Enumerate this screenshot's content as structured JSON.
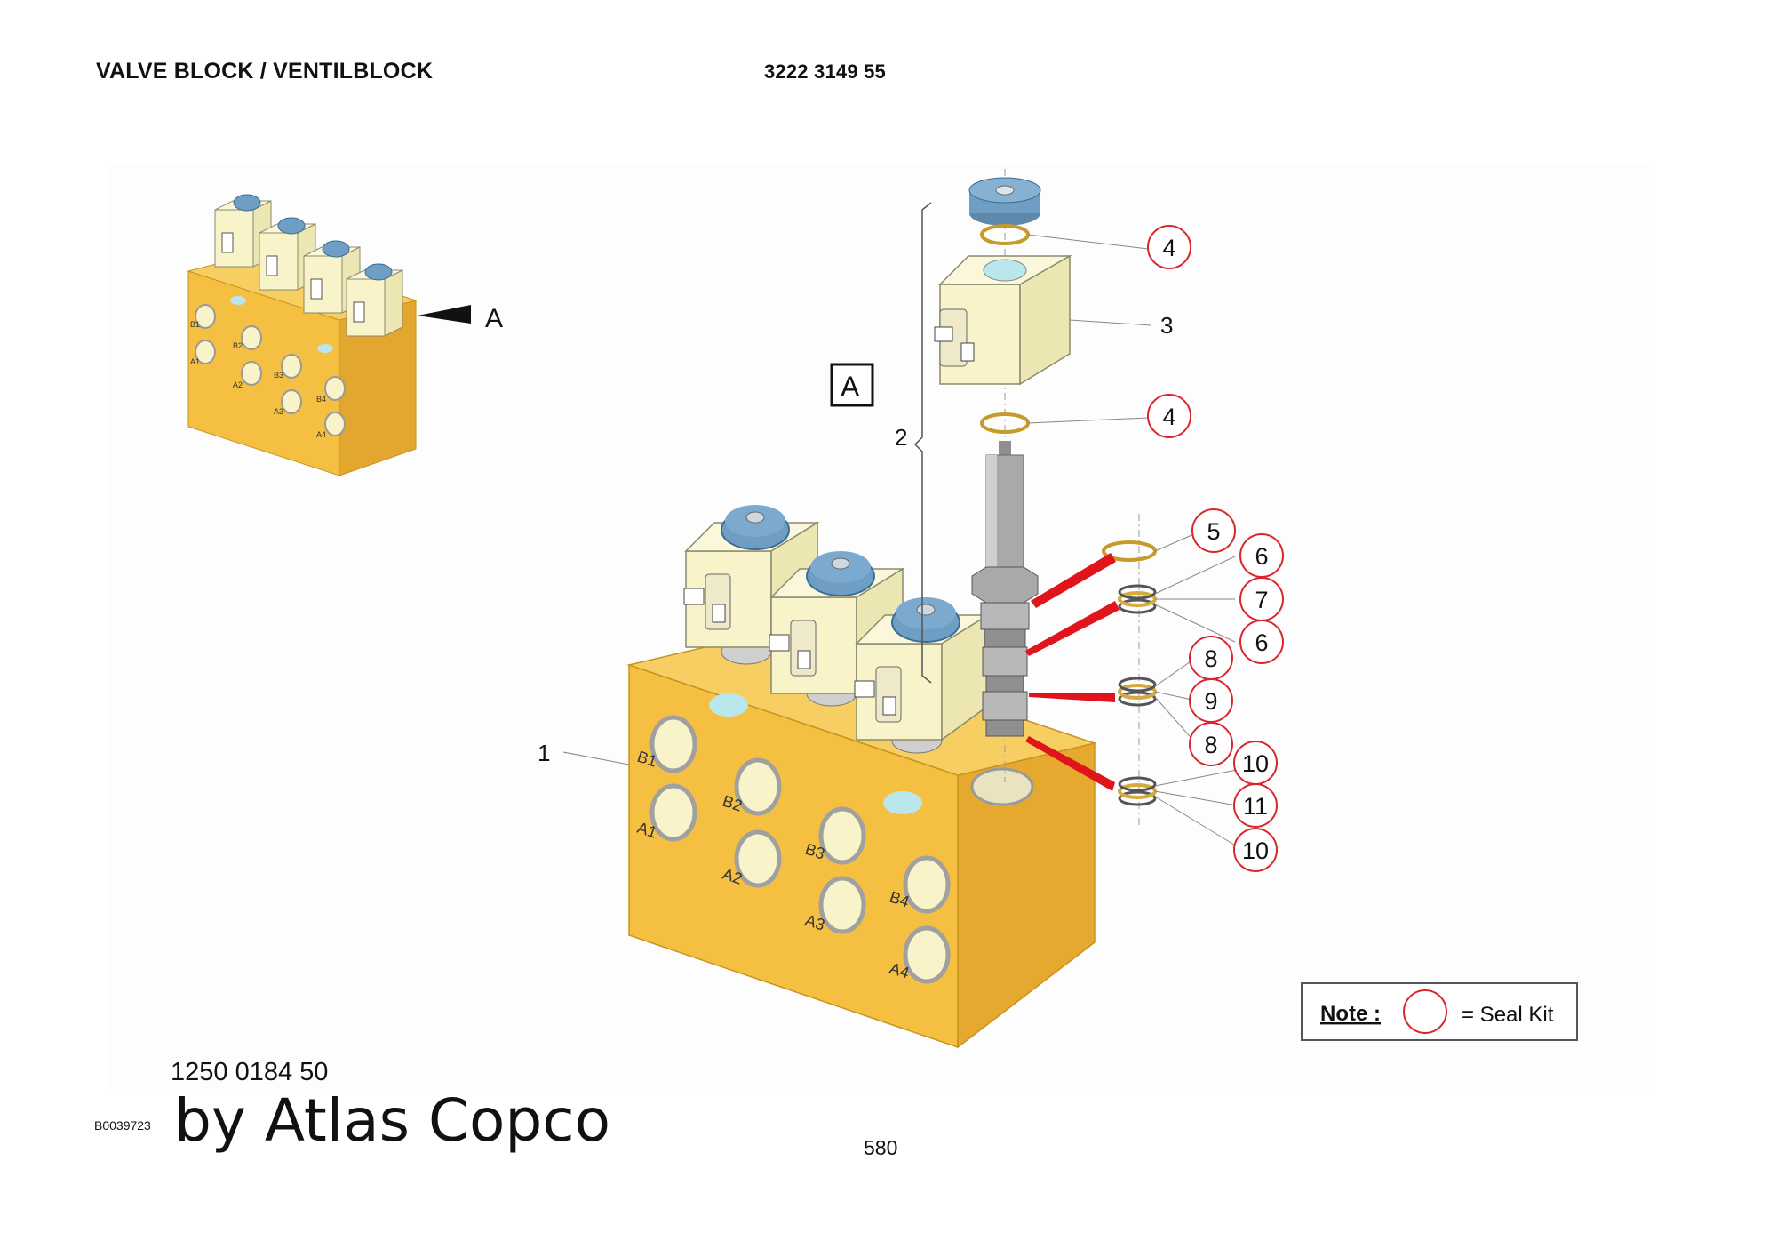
{
  "header": {
    "title": "VALVE BLOCK / VENTILBLOCK",
    "part_number": "3222 3149 55"
  },
  "detail": {
    "view_label": "A",
    "detail_box_label": "A"
  },
  "callouts": {
    "c1": "1",
    "c2": "2",
    "c3": "3",
    "c4a": "4",
    "c4b": "4",
    "c5": "5",
    "c6a": "6",
    "c7": "7",
    "c6b": "6",
    "c8a": "8",
    "c9": "9",
    "c8b": "8",
    "c10a": "10",
    "c11": "11",
    "c10b": "10"
  },
  "ports": {
    "small": [
      "B1",
      "A1",
      "B2",
      "A2",
      "B3",
      "A3",
      "B4",
      "A4"
    ],
    "large": [
      "B1",
      "A1",
      "B2",
      "A2",
      "B3",
      "A3",
      "B4",
      "A4"
    ]
  },
  "note": {
    "label": "Note :",
    "text": "= Seal Kit"
  },
  "footer": {
    "reference": "1250 0184 50",
    "image_id": "B0039723",
    "brand": "by Atlas Copco",
    "page": "580"
  },
  "colors": {
    "block": "#f5bf42",
    "coil": "#f8f3c8",
    "cap": "#6f9ec4",
    "seal_circle": "#d9262c",
    "leader_red": "#e0141b"
  }
}
